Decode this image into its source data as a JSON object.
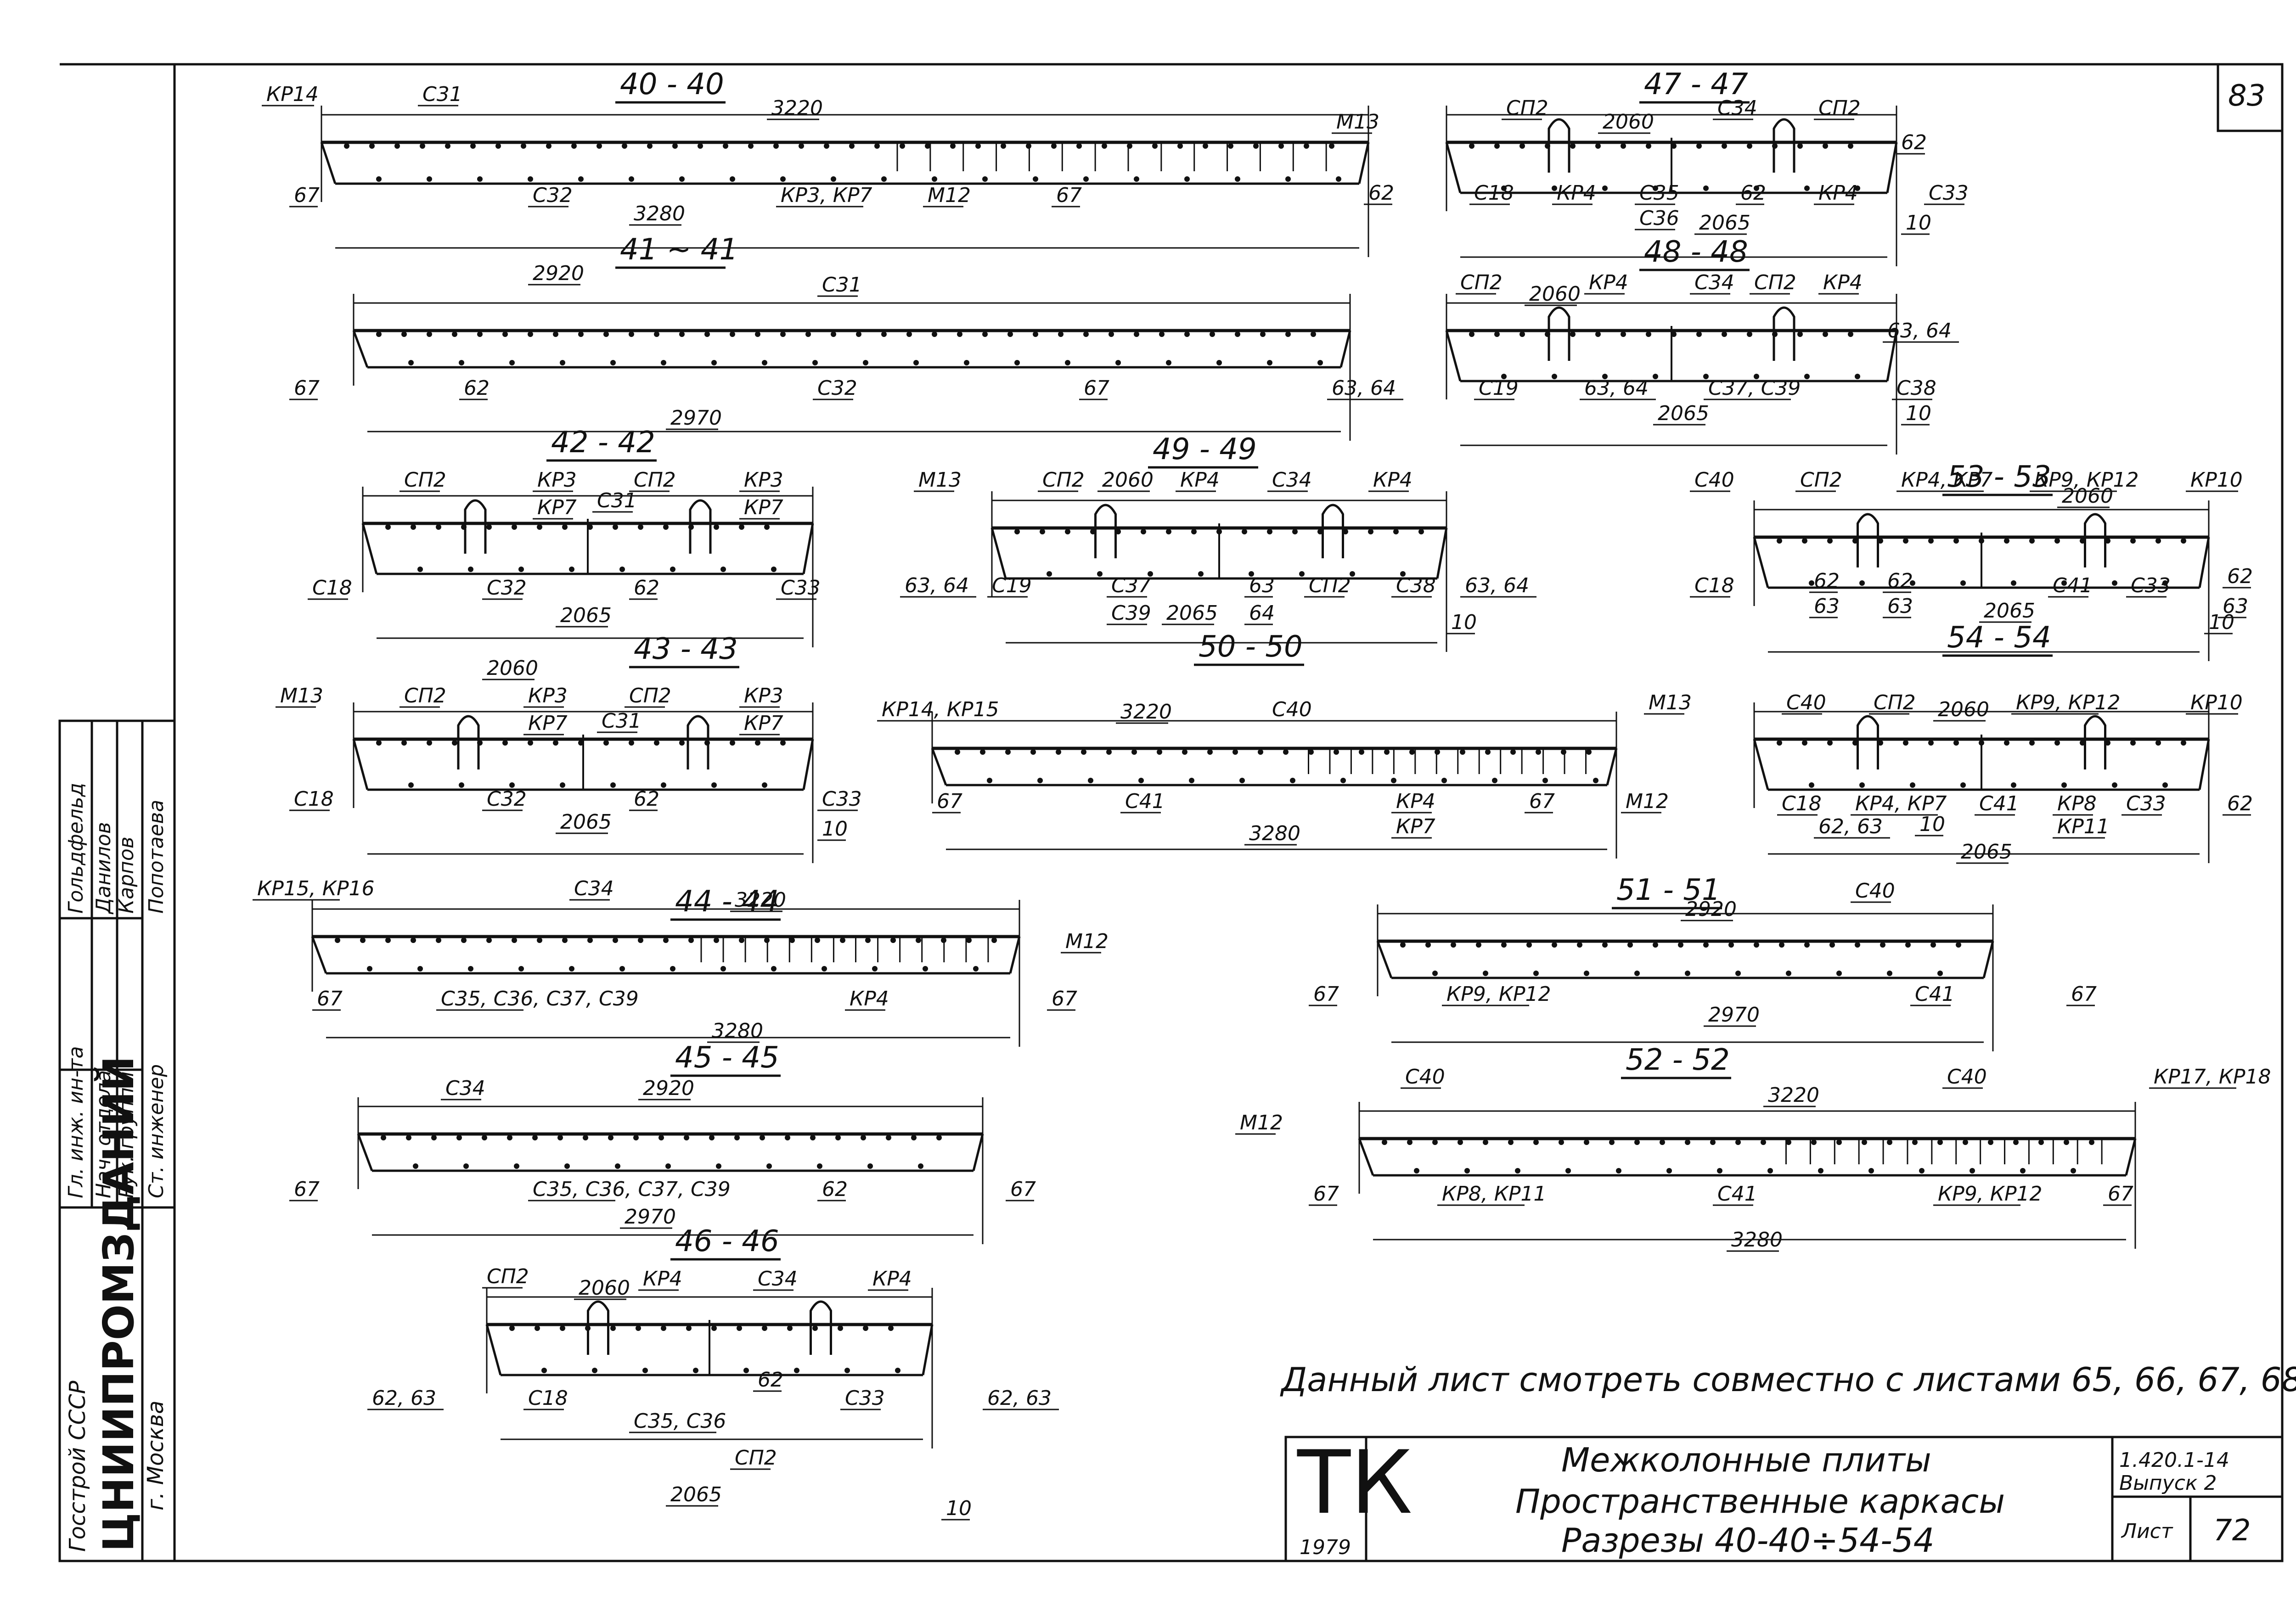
{
  "sheet": {
    "page_number": "83",
    "note": "Данный лист смотреть совместно с листами 65, 66, 67, 68.",
    "stamp": {
      "logo": "ТК",
      "year": "1979",
      "title_line1": "Межколонные плиты",
      "title_line2": "Пространственные каркасы",
      "title_line3": "Разрезы 40-40÷54-54",
      "series": "1.420.1-14",
      "issue": "Выпуск 2",
      "sheet_label": "Лист",
      "sheet_number": "72"
    },
    "side_block": {
      "org_line1": "Госстрой СССР",
      "org_line2": "ЦНИИПРОМЗДАНИЙ",
      "org_line3": "г. Москва",
      "roles": [
        "Гл. инж. ин-та",
        "Нач. отдела",
        "Рук. группы",
        "Ст. инженер"
      ],
      "names": [
        "Гольдфельд",
        "Данилов",
        "Карпов",
        "Попотаева"
      ]
    }
  },
  "sections": {
    "s40": {
      "title": "40 - 40",
      "labels": [
        "КР14",
        "С31",
        "3220",
        "67",
        "С32",
        "3280",
        "КР3, КР7",
        "М12",
        "67"
      ]
    },
    "s41": {
      "title": "41 ~ 41",
      "labels": [
        "2920",
        "С31",
        "67",
        "62",
        "2970",
        "С32",
        "67"
      ]
    },
    "s42": {
      "title": "42 - 42",
      "labels": [
        "СП2",
        "КР3",
        "КР7",
        "С31",
        "СП2",
        "КР3",
        "КР7",
        "С18",
        "С32",
        "2065",
        "62",
        "С33"
      ]
    },
    "s43": {
      "title": "43 - 43",
      "labels": [
        "2060",
        "М13",
        "СП2",
        "КР3",
        "КР7",
        "СП2",
        "С31",
        "КР3",
        "КР7",
        "С18",
        "С32",
        "2065",
        "62",
        "С33",
        "10"
      ]
    },
    "s44": {
      "title": "44 - 44",
      "labels": [
        "КР15, КР16",
        "С34",
        "3220",
        "М12",
        "67",
        "С35, С36, С37, С39",
        "КР4",
        "67",
        "3280"
      ]
    },
    "s45": {
      "title": "45 - 45",
      "labels": [
        "С34",
        "2920",
        "67",
        "С35, С36, С37, С39",
        "62",
        "67",
        "2970"
      ]
    },
    "s46": {
      "title": "46 - 46",
      "labels": [
        "СП2",
        "2060",
        "КР4",
        "С34",
        "КР4",
        "62, 63",
        "С18",
        "62",
        "С33",
        "62, 63",
        "С35, С36",
        "СП2",
        "2065",
        "10"
      ]
    },
    "s47": {
      "title": "47 - 47",
      "labels": [
        "М13",
        "СП2",
        "2060",
        "С34",
        "СП2",
        "62",
        "62",
        "С18",
        "КР4",
        "С35",
        "62",
        "КР4",
        "С33",
        "С36",
        "2065",
        "10"
      ]
    },
    "s48": {
      "title": "48 - 48",
      "labels": [
        "СП2",
        "2060",
        "КР4",
        "С34",
        "СП2",
        "КР4",
        "63, 64",
        "63, 64",
        "С19",
        "63, 64",
        "С37, С39",
        "С38",
        "2065",
        "10"
      ]
    },
    "s49": {
      "title": "49 - 49",
      "labels": [
        "М13",
        "СП2",
        "2060",
        "КР4",
        "С34",
        "КР4",
        "63, 64",
        "С19",
        "С37",
        "63",
        "СП2",
        "С38",
        "63, 64",
        "С39",
        "2065",
        "64",
        "10"
      ]
    },
    "s50": {
      "title": "50 - 50",
      "labels": [
        "КР14, КР15",
        "3220",
        "С40",
        "67",
        "С41",
        "3280",
        "КР4",
        "КР7",
        "67",
        "М12"
      ]
    },
    "s51": {
      "title": "51 - 51",
      "labels": [
        "2920",
        "С40",
        "67",
        "КР9, КР12",
        "С41",
        "67",
        "2970"
      ]
    },
    "s52": {
      "title": "52 - 52",
      "labels": [
        "С40",
        "3220",
        "С40",
        "КР17, КР18",
        "М12",
        "67",
        "КР8, КР11",
        "С41",
        "КР9, КР12",
        "67",
        "3280"
      ]
    },
    "s53": {
      "title": "53 - 53",
      "labels": [
        "С40",
        "СП2",
        "КР4, КР7",
        "КР9, КР12",
        "2060",
        "КР10",
        "С18",
        "62",
        "63",
        "62",
        "63",
        "С41",
        "С33",
        "62",
        "63",
        "2065",
        "10"
      ]
    },
    "s54": {
      "title": "54 - 54",
      "labels": [
        "М13",
        "С40",
        "СП2",
        "2060",
        "КР9, КР12",
        "КР10",
        "С18",
        "КР4, КР7",
        "62, 63",
        "С41",
        "КР8",
        "КР11",
        "С33",
        "62",
        "2065",
        "10"
      ]
    }
  }
}
